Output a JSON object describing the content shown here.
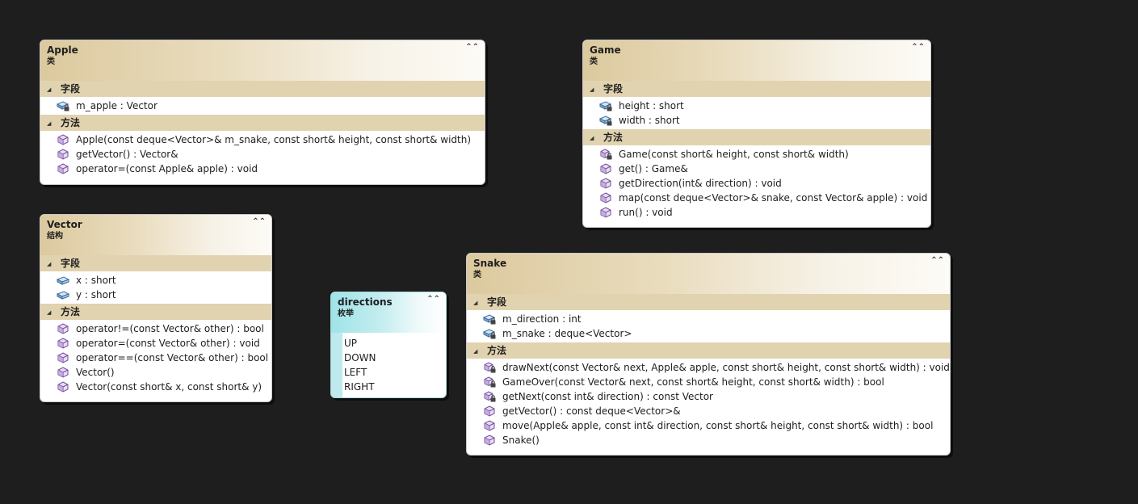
{
  "colors": {
    "background": "#1e1e1e",
    "class_header": "#dcc99e",
    "section_bar": "#e1d3b0",
    "enum_header": "#9fe3e8"
  },
  "labels": {
    "fields": "字段",
    "methods": "方法"
  },
  "apple": {
    "name": "Apple",
    "kind": "类",
    "fields": [
      {
        "text": "m_apple : Vector",
        "icon": "private-field-icon"
      }
    ],
    "methods": [
      {
        "text": "Apple(const deque<Vector>& m_snake, const short& height, const short& width)",
        "icon": "public-method-icon"
      },
      {
        "text": "getVector() : Vector&",
        "icon": "public-method-icon"
      },
      {
        "text": "operator=(const Apple& apple) : void",
        "icon": "public-method-icon"
      }
    ]
  },
  "game": {
    "name": "Game",
    "kind": "类",
    "fields": [
      {
        "text": "height : short",
        "icon": "private-field-icon"
      },
      {
        "text": "width : short",
        "icon": "private-field-icon"
      }
    ],
    "methods": [
      {
        "text": "Game(const short& height, const short& width)",
        "icon": "private-method-icon"
      },
      {
        "text": "get() : Game&",
        "icon": "public-method-icon"
      },
      {
        "text": "getDirection(int& direction) : void",
        "icon": "public-method-icon"
      },
      {
        "text": "map(const deque<Vector>& snake, const Vector& apple) : void",
        "icon": "public-method-icon"
      },
      {
        "text": "run() : void",
        "icon": "public-method-icon"
      }
    ]
  },
  "vector": {
    "name": "Vector",
    "kind": "结构",
    "fields": [
      {
        "text": "x : short",
        "icon": "public-field-icon"
      },
      {
        "text": "y : short",
        "icon": "public-field-icon"
      }
    ],
    "methods": [
      {
        "text": "operator!=(const Vector& other) : bool",
        "icon": "public-method-icon"
      },
      {
        "text": "operator=(const Vector& other) : void",
        "icon": "public-method-icon"
      },
      {
        "text": "operator==(const Vector& other) : bool",
        "icon": "public-method-icon"
      },
      {
        "text": "Vector()",
        "icon": "public-method-icon"
      },
      {
        "text": "Vector(const short& x, const short& y)",
        "icon": "public-method-icon"
      }
    ]
  },
  "directions": {
    "name": "directions",
    "kind": "枚举",
    "values": [
      "UP",
      "DOWN",
      "LEFT",
      "RIGHT"
    ]
  },
  "snake": {
    "name": "Snake",
    "kind": "类",
    "fields": [
      {
        "text": "m_direction : int",
        "icon": "private-field-icon"
      },
      {
        "text": "m_snake : deque<Vector>",
        "icon": "private-field-icon"
      }
    ],
    "methods": [
      {
        "text": "drawNext(const Vector& next, Apple& apple, const short& height, const short& width) : void",
        "icon": "private-method-icon"
      },
      {
        "text": "GameOver(const Vector& next, const short& height, const short& width) : bool",
        "icon": "private-method-icon"
      },
      {
        "text": "getNext(const int& direction) : const Vector",
        "icon": "private-method-icon"
      },
      {
        "text": "getVector() : const deque<Vector>&",
        "icon": "public-method-icon"
      },
      {
        "text": "move(Apple& apple, const int& direction, const short& height, const short& width) : bool",
        "icon": "public-method-icon"
      },
      {
        "text": "Snake()",
        "icon": "public-method-icon"
      }
    ]
  }
}
